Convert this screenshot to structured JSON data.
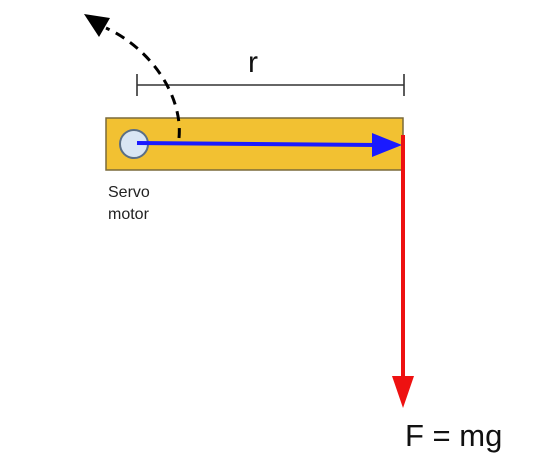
{
  "labels": {
    "radius": "r",
    "motor_line1": "Servo",
    "motor_line2": "motor",
    "force": "F = mg"
  },
  "colors": {
    "arm_fill": "#f2c132",
    "arm_stroke": "#7a6a3a",
    "motor_fill": "#d9e6f4",
    "motor_stroke": "#5b6f86",
    "radius_vector": "#1a1aff",
    "force_vector": "#ee1111",
    "rotation_arrow": "#000000",
    "dimension_line": "#333333"
  }
}
